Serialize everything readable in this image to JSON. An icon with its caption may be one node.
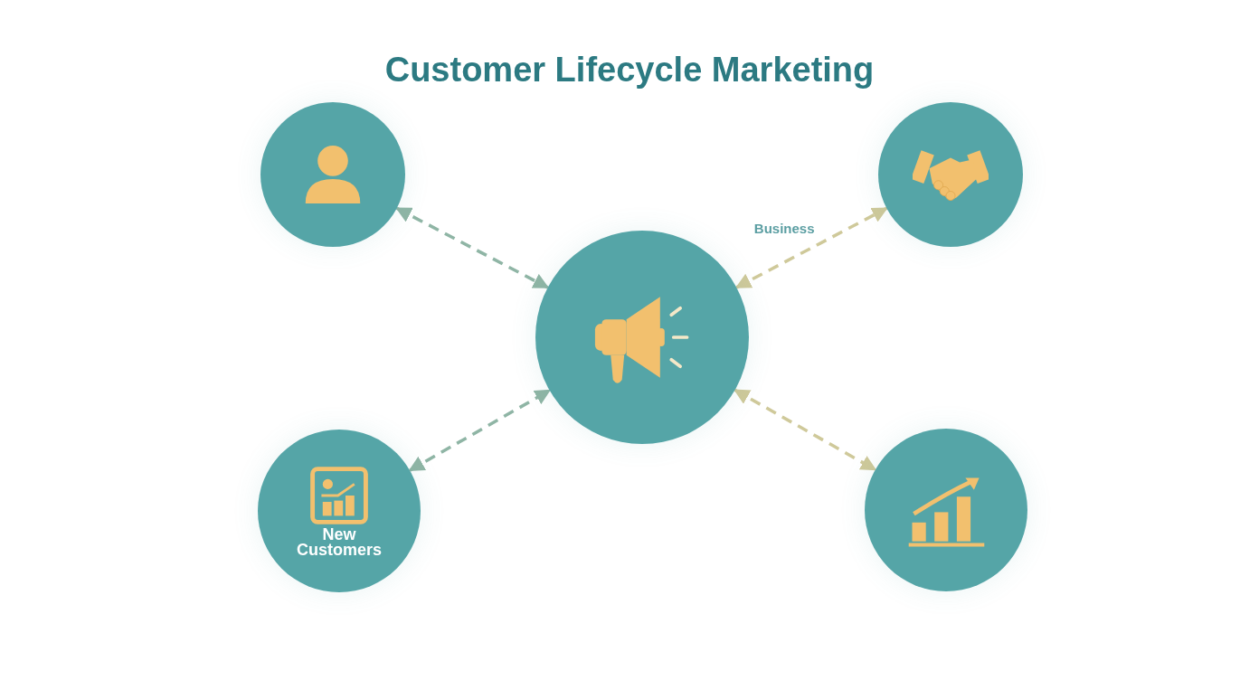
{
  "diagram": {
    "title": "Customer Lifecycle Marketing",
    "nodes": [
      {
        "text": [],
        "shape": "circle"
      },
      {
        "text": [],
        "shape": "circle"
      },
      {
        "text": [],
        "shape": "circle"
      },
      {
        "text": [
          "New Customers"
        ]
      },
      {
        "text": [],
        "shape": "circle"
      }
    ],
    "edges": [
      {
        "from": 0,
        "to": 2,
        "arrow": "both",
        "style": "dashed",
        "color": "#8fb5a5"
      },
      {
        "from": 2,
        "to": 1,
        "arrow": "both",
        "style": "dashed",
        "color": "#cfc99a",
        "label": "Business"
      },
      {
        "from": 3,
        "to": 2,
        "arrow": "both",
        "style": "dashed",
        "color": "#8fb5a5"
      },
      {
        "from": 2,
        "to": 4,
        "arrow": "both",
        "style": "dashed",
        "color": "#cfc99a"
      }
    ]
  }
}
